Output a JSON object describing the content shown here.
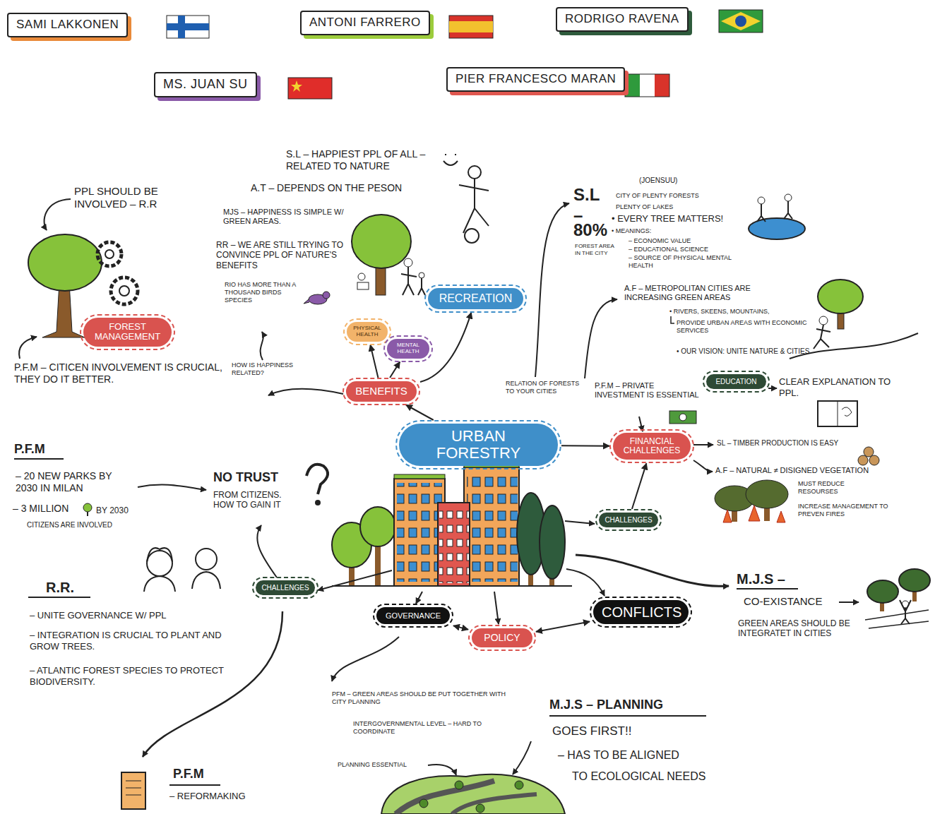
{
  "diagram": {
    "nodes": [
      {
        "text": [
          "SAMI LAKKONEN"
        ]
      },
      {
        "text": [
          "ANTONI FARRERO"
        ]
      },
      {
        "text": [
          "RODRIGO RAVENA"
        ]
      },
      {
        "text": [
          "MS. JUAN SU"
        ]
      },
      {
        "text": [
          "PIER FRANCESCO MARAN"
        ]
      },
      {
        "text": [
          "FOREST MANAGEMENT"
        ]
      },
      {
        "text": [
          "RECREATION"
        ]
      },
      {
        "text": [
          "PHYSICAL HEALTH"
        ]
      },
      {
        "text": [
          "MENTAL HEALTH"
        ]
      },
      {
        "text": [
          "BENEFITS"
        ]
      },
      {
        "text": [
          "URBAN FORESTRY"
        ]
      },
      {
        "text": [
          "EDUCATION"
        ]
      },
      {
        "text": [
          "FINANCIAL CHALLENGES"
        ]
      },
      {
        "text": [
          "CHALLENGES"
        ]
      },
      {
        "text": [
          "CHALLENGES"
        ]
      },
      {
        "text": [
          "GOVERNANCE"
        ]
      },
      {
        "text": [
          "POLICY"
        ]
      },
      {
        "text": [
          "CONFLICTS"
        ]
      }
    ],
    "edges": [
      {
        "from": 10,
        "to": 9,
        "arrow": "to"
      },
      {
        "from": 9,
        "to": 7,
        "arrow": "to"
      },
      {
        "from": 9,
        "to": 8,
        "arrow": "to"
      },
      {
        "from": 9,
        "to": 6,
        "arrow": "to"
      },
      {
        "from": 10,
        "to": 12,
        "arrow": "to"
      },
      {
        "from": 13,
        "to": 12,
        "arrow": "to"
      },
      {
        "from": 15,
        "to": 16,
        "arrow": "both"
      },
      {
        "from": 16,
        "to": 17,
        "arrow": "both"
      }
    ],
    "labels": [
      "PPL SHOULD BE INVOLVED – R.R",
      "P.F.M – CITICEN INVOLVEMENT IS CRUCIAL, THEY DO IT BETTER.",
      "S.L – HAPPIEST PPL OF ALL – RELATED TO NATURE",
      "A.T – DEPENDS ON THE PESON",
      "MJS – HAPPINESS IS SIMPLE W/ GREEN AREAS.",
      "RR – WE ARE STILL TRYING TO CONVINCE PPL OF NATURE'S BENEFITS",
      "RIO HAS MORE THAN A THOUSAND BIRDS SPECIES",
      "HOW IS HAPPINESS RELATED?",
      "(JOENSUU)",
      "S.L –",
      "CITY OF PLENTY FORESTS",
      "PLENTY OF LAKES",
      "• EVERY TREE MATTERS!",
      "• MEANINGS:",
      "– ECONOMIC VALUE",
      "– EDUCATIONAL SCIENCE",
      "– SOURCE OF PHYSICAL MENTAL HEALTH",
      "80%",
      "FOREST AREA IN THE CITY",
      "A.F – METROPOLITAN CITIES ARE INCREASING GREEN AREAS",
      "• RIVERS, SKEENS, MOUNTAINS,",
      "PROVIDE URBAN AREAS WITH ECONOMIC SERVICES",
      "• OUR VISION: UNITE NATURE & CITIES",
      "RELATION OF FORESTS TO YOUR CITIES",
      "P.F.M – PRIVATE INVESTMENT IS ESSENTIAL",
      "CLEAR EXPLANATION TO PPL.",
      "SL – TIMBER PRODUCTION IS EASY",
      "A.F – NATURAL ≠ DISIGNED VEGETATION",
      "MUST REDUCE RESOURSES",
      "INCREASE MANAGEMENT TO PREVEN FIRES",
      "P.F.M",
      "– 20 NEW PARKS BY 2030 IN MILAN",
      "– 3 MILLION",
      "BY 2030",
      "CITIZENS ARE INVOLVED",
      "NO TRUST",
      "FROM CITIZENS. HOW TO GAIN IT",
      "R.R.",
      "– UNITE GOVERNANCE W/ PPL",
      "– INTEGRATION IS CRUCIAL TO PLANT AND GROW TREES.",
      "– ATLANTIC FOREST SPECIES TO PROTECT BIODIVERSITY.",
      "P.F.M",
      "– REFORMAKING",
      "M.J.S –",
      "CO-EXISTANCE",
      "GREEN AREAS SHOULD BE INTEGRATET IN CITIES",
      "PFM – GREEN AREAS SHOULD BE PUT TOGETHER WITH CITY PLANNING",
      "INTERGOVERNMENTAL LEVEL – HARD TO COORDINATE",
      "PLANNING ESSENTIAL",
      "M.J.S – PLANNING",
      "GOES FIRST!!",
      "– HAS TO BE ALIGNED",
      "TO ECOLOGICAL NEEDS"
    ]
  }
}
